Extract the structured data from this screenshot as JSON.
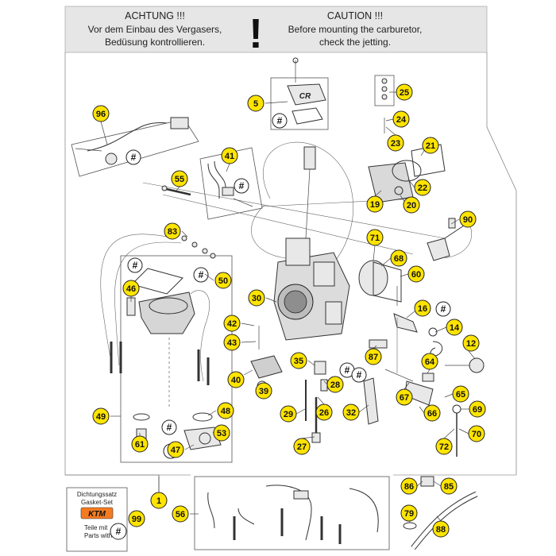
{
  "warning": {
    "de_title": "ACHTUNG !!!",
    "de_line1": "Vor dem Einbau des Vergasers,",
    "de_line2": "Bedüsung kontrollieren.",
    "en_title": "CAUTION !!!",
    "en_line1": "Before mounting the carburetor,",
    "en_line2": "check the jetting.",
    "mark": "!"
  },
  "legend": {
    "line1": "Dichtungssatz",
    "line2": "Gasket-Set",
    "line3": "Teile mit",
    "line4": "Parts with",
    "symbol": "#",
    "callout": "99"
  },
  "brand_text": "KTM",
  "carb_logo": "CR",
  "hash_symbol": "#",
  "callouts": {
    "c1": "1",
    "c5": "5",
    "c12": "12",
    "c14": "14",
    "c16": "16",
    "c19": "19",
    "c20": "20",
    "c21": "21",
    "c22": "22",
    "c23": "23",
    "c24": "24",
    "c25": "25",
    "c26": "26",
    "c27": "27",
    "c28": "28",
    "c29": "29",
    "c30": "30",
    "c32": "32",
    "c35": "35",
    "c39": "39",
    "c40": "40",
    "c41": "41",
    "c42": "42",
    "c43": "43",
    "c46": "46",
    "c47": "47",
    "c48": "48",
    "c49": "49",
    "c50": "50",
    "c53": "53",
    "c55": "55",
    "c56": "56",
    "c60": "60",
    "c61": "61",
    "c64": "64",
    "c65": "65",
    "c66": "66",
    "c67": "67",
    "c68": "68",
    "c69": "69",
    "c70": "70",
    "c71": "71",
    "c72": "72",
    "c79": "79",
    "c83": "83",
    "c85": "85",
    "c86": "86",
    "c87": "87",
    "c88": "88",
    "c90": "90",
    "c96": "96"
  }
}
